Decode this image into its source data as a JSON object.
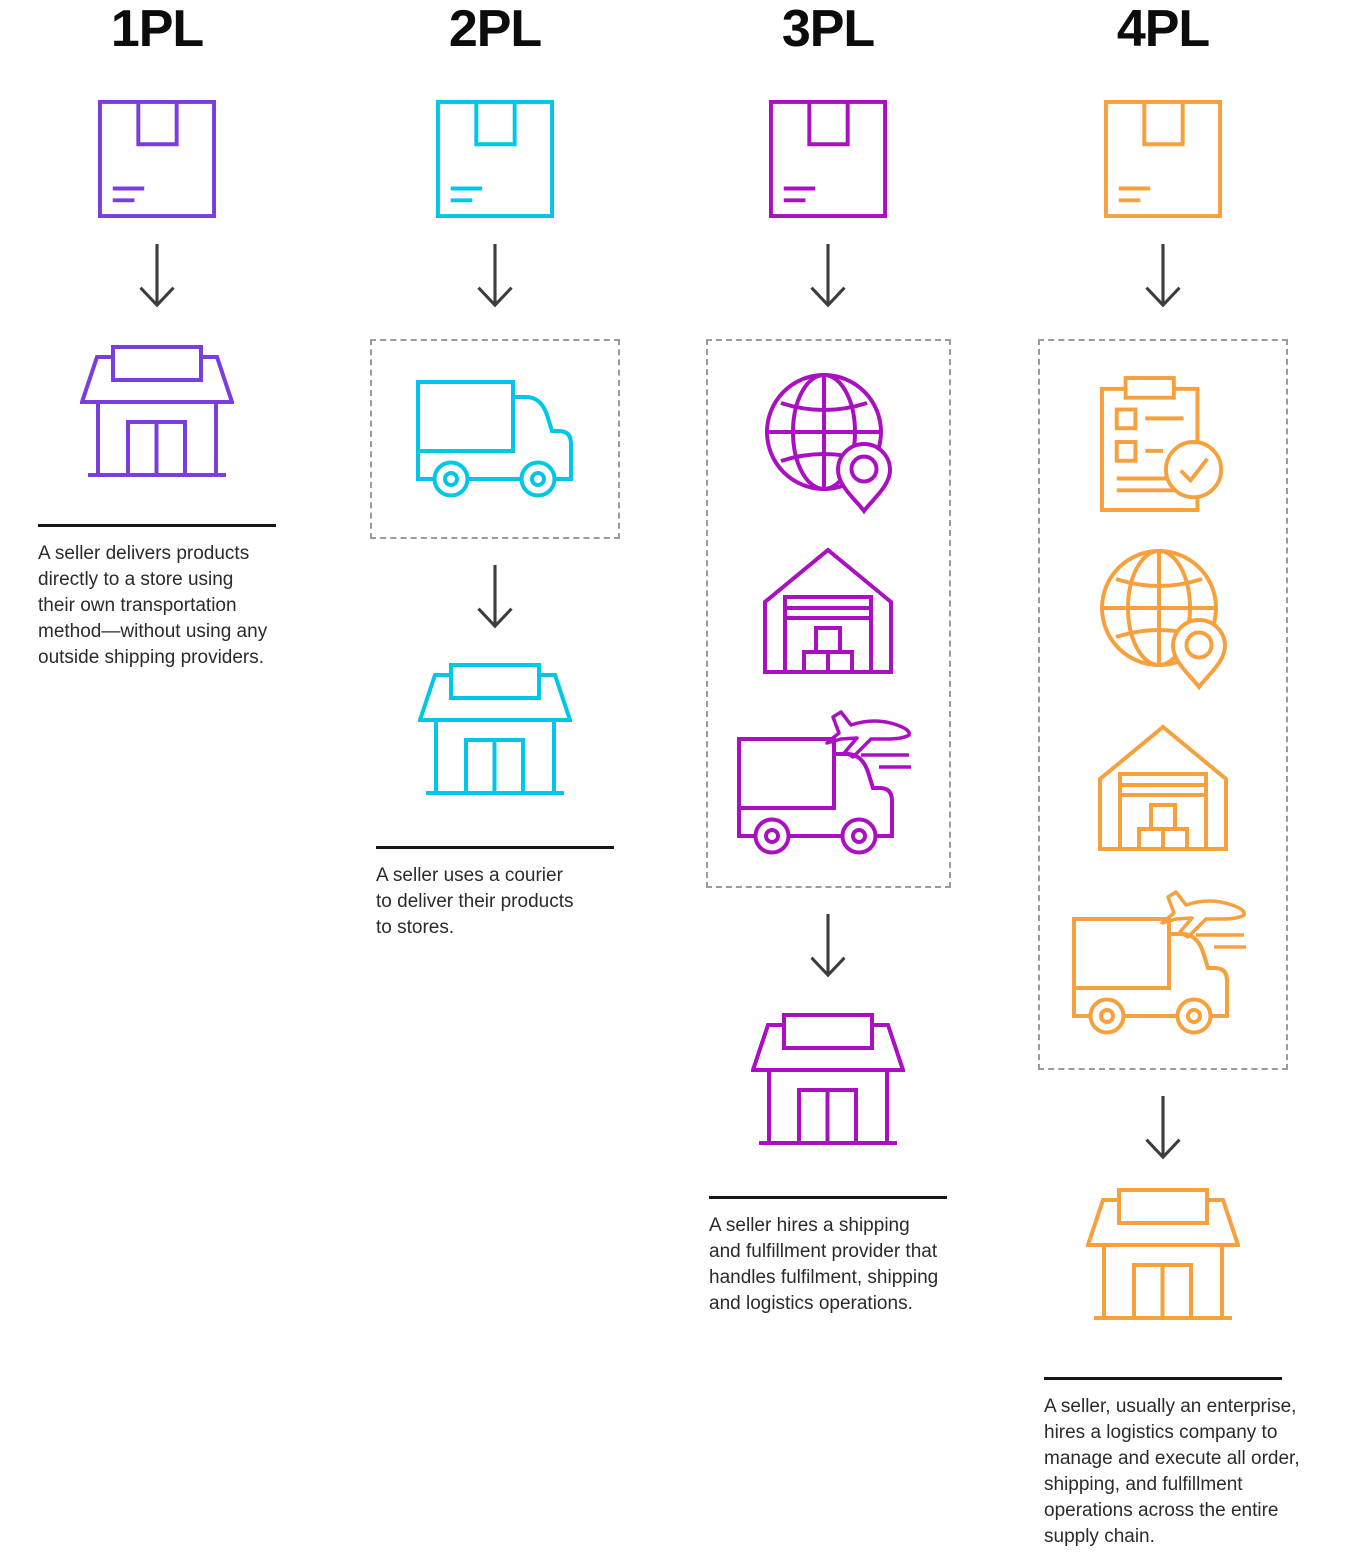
{
  "diagram": {
    "type": "logistics-models-comparison",
    "background": "#FFFFFF"
  },
  "colors": {
    "purple_1pl": "#7A3EE0",
    "cyan_2pl": "#00C6E8",
    "magenta_3pl": "#AA10C2",
    "orange_4pl": "#F6A13E",
    "arrow_gray": "#3D3D3D",
    "dashed_border_gray": "#9B9B9B",
    "divider_black": "#161616",
    "body_text": "#2B2B2B"
  },
  "columns": [
    {
      "title": "1PL",
      "accent_color": "#7A3EE0",
      "source_icon": "package-icon",
      "provider_icons": [],
      "destination_icon": "storefront-icon",
      "description_lines": [
        "A seller delivers products",
        "directly to a store using",
        "their own transportation",
        "method—without using any",
        "outside shipping providers."
      ]
    },
    {
      "title": "2PL",
      "accent_color": "#00C6E8",
      "source_icon": "package-icon",
      "provider_icons": [
        "delivery-truck-icon"
      ],
      "destination_icon": "storefront-icon",
      "description_lines": [
        "A seller uses a courier",
        "to deliver their products",
        "to stores."
      ]
    },
    {
      "title": "3PL",
      "accent_color": "#AA10C2",
      "source_icon": "package-icon",
      "provider_icons": [
        "globe-location-icon",
        "warehouse-icon",
        "truck-airplane-icon"
      ],
      "destination_icon": "storefront-icon",
      "description_lines": [
        "A seller hires a shipping",
        "and fulfillment provider that",
        "handles fulfilment, shipping",
        "and logistics operations."
      ]
    },
    {
      "title": "4PL",
      "accent_color": "#F6A13E",
      "source_icon": "package-icon",
      "provider_icons": [
        "checklist-icon",
        "globe-location-icon",
        "warehouse-icon",
        "truck-airplane-icon"
      ],
      "destination_icon": "storefront-icon",
      "description_lines": [
        "A seller, usually an enterprise,",
        "hires a logistics company to",
        "manage and execute all order,",
        "shipping, and fulfillment",
        "operations across the entire",
        "supply chain."
      ]
    }
  ]
}
